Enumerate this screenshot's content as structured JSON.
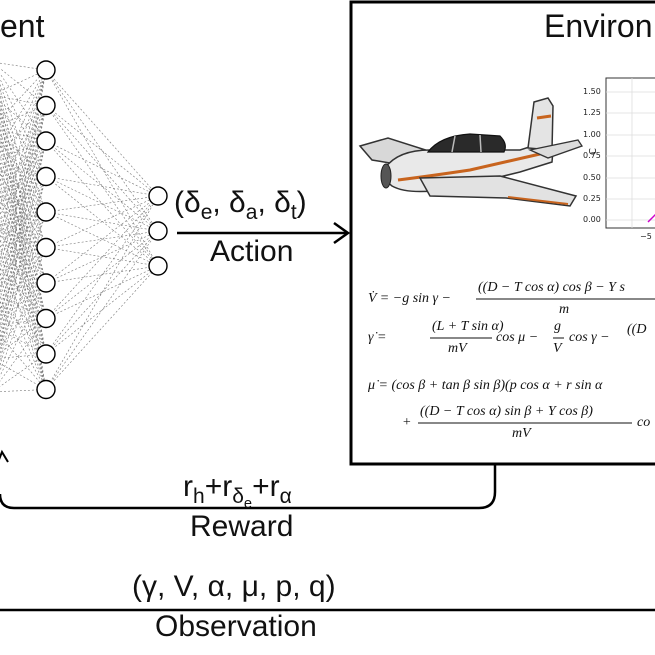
{
  "agent": {
    "title_fragment": "ent"
  },
  "environment": {
    "title_fragment": "Environ"
  },
  "action": {
    "tuple": "(δe, δa, δt)",
    "label": "Action"
  },
  "reward": {
    "formula": "rh+rδe+rα",
    "label": "Reward"
  },
  "observation": {
    "tuple": "(γ, V, α, μ, p, q)",
    "label": "Observation"
  },
  "equations": {
    "v_dot_lhs": "V̇ = −g sin γ −",
    "v_dot_num": "((D − T cos α) cos β − Y s",
    "v_dot_den": "m",
    "gamma_dot_lhs": "γ̇ =",
    "gamma_dot_num": "(L + T sin α)",
    "gamma_dot_den": "mV",
    "gamma_dot_mid": "cos μ −",
    "gamma_dot_g": "g",
    "gamma_dot_V": "V",
    "gamma_dot_tail": "cos γ −",
    "gamma_dot_tail2": "((D",
    "mu_dot_line1": "μ̇ = (cos β + tan β sin β)(p cos α + r sin α",
    "mu_dot_plus": "+",
    "mu_dot_num": "((D − T cos α) sin β + Y cos β)",
    "mu_dot_den": "mV",
    "mu_dot_tail": "co"
  },
  "inset_plot": {
    "ylabel": "C",
    "yticks": [
      "1.50",
      "1.25",
      "1.00",
      "0.75",
      "0.50",
      "0.25",
      "0.00"
    ],
    "xtick_partial": "−5"
  },
  "network": {
    "hidden_nodes": 10,
    "output_nodes": 3
  }
}
